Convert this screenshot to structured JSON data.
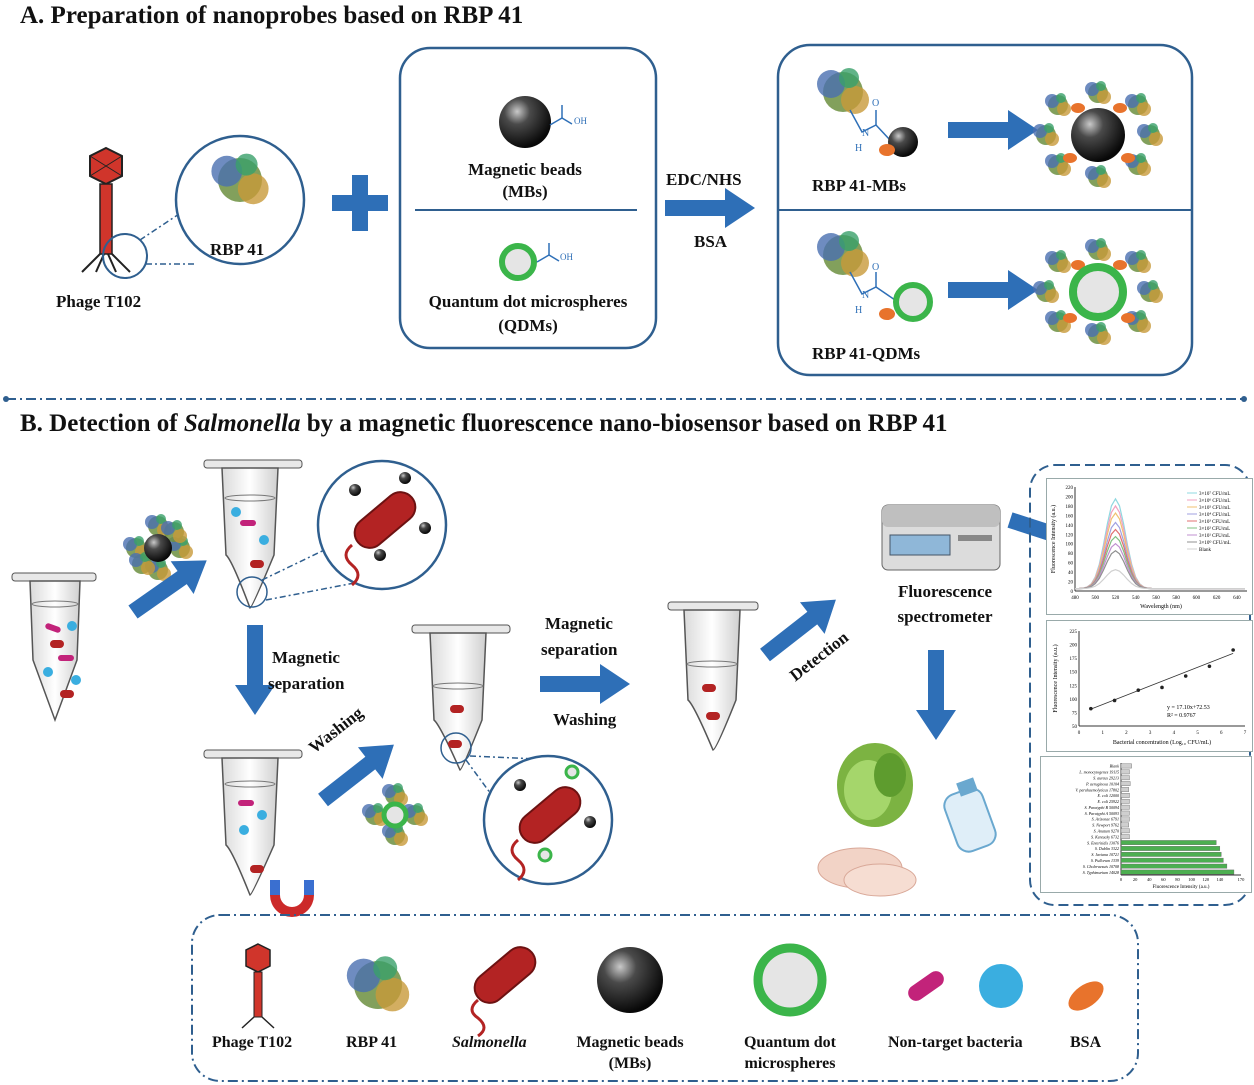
{
  "section_a": {
    "title": "A. Preparation of nanoprobes based on RBP 41",
    "phage_label": "Phage T102",
    "rbp_label": "RBP 41",
    "mbs_label_1": "Magnetic beads",
    "mbs_label_2": "(MBs)",
    "qdms_label_1": "Quantum dot microspheres",
    "qdms_label_2": "(QDMs)",
    "arrow_top_label": "EDC/NHS",
    "arrow_bottom_label": "BSA",
    "product_1": "RBP 41-MBs",
    "product_2": "RBP 41-QDMs",
    "chem_oh": "OH",
    "chem_o": "O",
    "chem_n": "N",
    "chem_h": "H"
  },
  "section_b": {
    "title_pre": "B. Detection of ",
    "title_italic": "Salmonella",
    "title_post": " by a magnetic fluorescence nano-biosensor based on RBP 41",
    "magnetic_separation_1": "Magnetic",
    "magnetic_separation_2": "separation",
    "washing": "Washing",
    "magnetic_separation_b_1": "Magnetic",
    "magnetic_separation_b_2": "separation",
    "washing_b": "Washing",
    "detection": "Detection",
    "spectrometer_1": "Fluorescence",
    "spectrometer_2": "spectrometer"
  },
  "legend": {
    "phage": "Phage T102",
    "rbp": "RBP 41",
    "salmonella": "Salmonella",
    "mbs_1": "Magnetic beads",
    "mbs_2": "(MBs)",
    "qdms_1": "Quantum dot",
    "qdms_2": "microspheres",
    "nontarget": "Non-target bacteria",
    "bsa": "BSA"
  },
  "colors": {
    "arrow_blue": "#2e6fb7",
    "box_border": "#2f5f8f",
    "phage_red": "#d0352b",
    "salmonella_red": "#b32323",
    "qdm_green": "#3bb54a",
    "bsa_orange": "#e8732c",
    "nontarget_magenta": "#c2237a",
    "nontarget_blue": "#3aaee0"
  },
  "chart_data": [
    {
      "type": "line",
      "title": "",
      "xlabel": "Wavelength (nm)",
      "ylabel": "Fluorescence Intensity (a.u.)",
      "xlim": [
        480,
        650
      ],
      "ylim": [
        0,
        220
      ],
      "x_ticks": [
        "480",
        "500",
        "520",
        "540",
        "560",
        "580",
        "600",
        "620",
        "640"
      ],
      "y_ticks": [
        "0",
        "20",
        "40",
        "60",
        "80",
        "100",
        "120",
        "140",
        "160",
        "180",
        "200",
        "220"
      ],
      "legend": [
        "3×10⁷ CFU/mL",
        "3×10⁶ CFU/mL",
        "3×10⁵ CFU/mL",
        "3×10⁴ CFU/mL",
        "3×10³ CFU/mL",
        "3×10² CFU/mL",
        "3×10¹ CFU/mL",
        "3×10⁰ CFU/mL",
        "Blank"
      ],
      "series_peaks": [
        190,
        175,
        160,
        140,
        125,
        110,
        95,
        80,
        40
      ],
      "series_colors": [
        "#8fd8e0",
        "#f2a0c0",
        "#f0c070",
        "#a0a0e0",
        "#e07070",
        "#80c080",
        "#c090d0",
        "#909090",
        "#d0d0d0"
      ]
    },
    {
      "type": "scatter",
      "title": "",
      "xlabel": "Bacterial concentration (Log₁₀ CFU/mL)",
      "ylabel": "Fluorescence Intensity (a.u.)",
      "xlim": [
        0,
        7
      ],
      "ylim": [
        50,
        225
      ],
      "x_ticks": [
        "0",
        "1",
        "2",
        "3",
        "4",
        "5",
        "6",
        "7"
      ],
      "y_ticks": [
        "50",
        "75",
        "100",
        "125",
        "150",
        "175",
        "200",
        "225"
      ],
      "x": [
        0.5,
        1.5,
        2.5,
        3.5,
        4.5,
        5.5,
        6.5
      ],
      "y": [
        82,
        97,
        116,
        121,
        142,
        160,
        190
      ],
      "equation": "y = 17.10x+72.53",
      "r2": "R² = 0.9767"
    },
    {
      "type": "bar",
      "orientation": "horizontal",
      "xlabel": "Fluorescence Intensity (a.u.)",
      "categories": [
        "Blank",
        "L. monocytogenes 19115",
        "S. aureus 29213",
        "P. aeruginosa 10104",
        "V. parahaemolyticus 17802",
        "E. coli 12000",
        "E. coli 25922",
        "S. Paratyphi B 50094",
        "S. Paratyphi A 50093",
        "S. Arizonae 6791",
        "S. Newport 9762",
        "S. Anatum 9270",
        "S. Kentucky 6732",
        "S. Enteritidis 13076",
        "S. Dublin 3322",
        "S. Javiana 10721",
        "S. Pullorum 1339",
        "S. Choleraesuis 10708",
        "S. Typhimurium 14028"
      ],
      "values": [
        15,
        12,
        12,
        13,
        11,
        12,
        12,
        12,
        12,
        12,
        11,
        12,
        12,
        135,
        140,
        142,
        145,
        150,
        160
      ],
      "xlim": [
        0,
        170
      ],
      "x_ticks": [
        "0",
        "20",
        "40",
        "60",
        "80",
        "100",
        "120",
        "140",
        "170"
      ]
    }
  ]
}
